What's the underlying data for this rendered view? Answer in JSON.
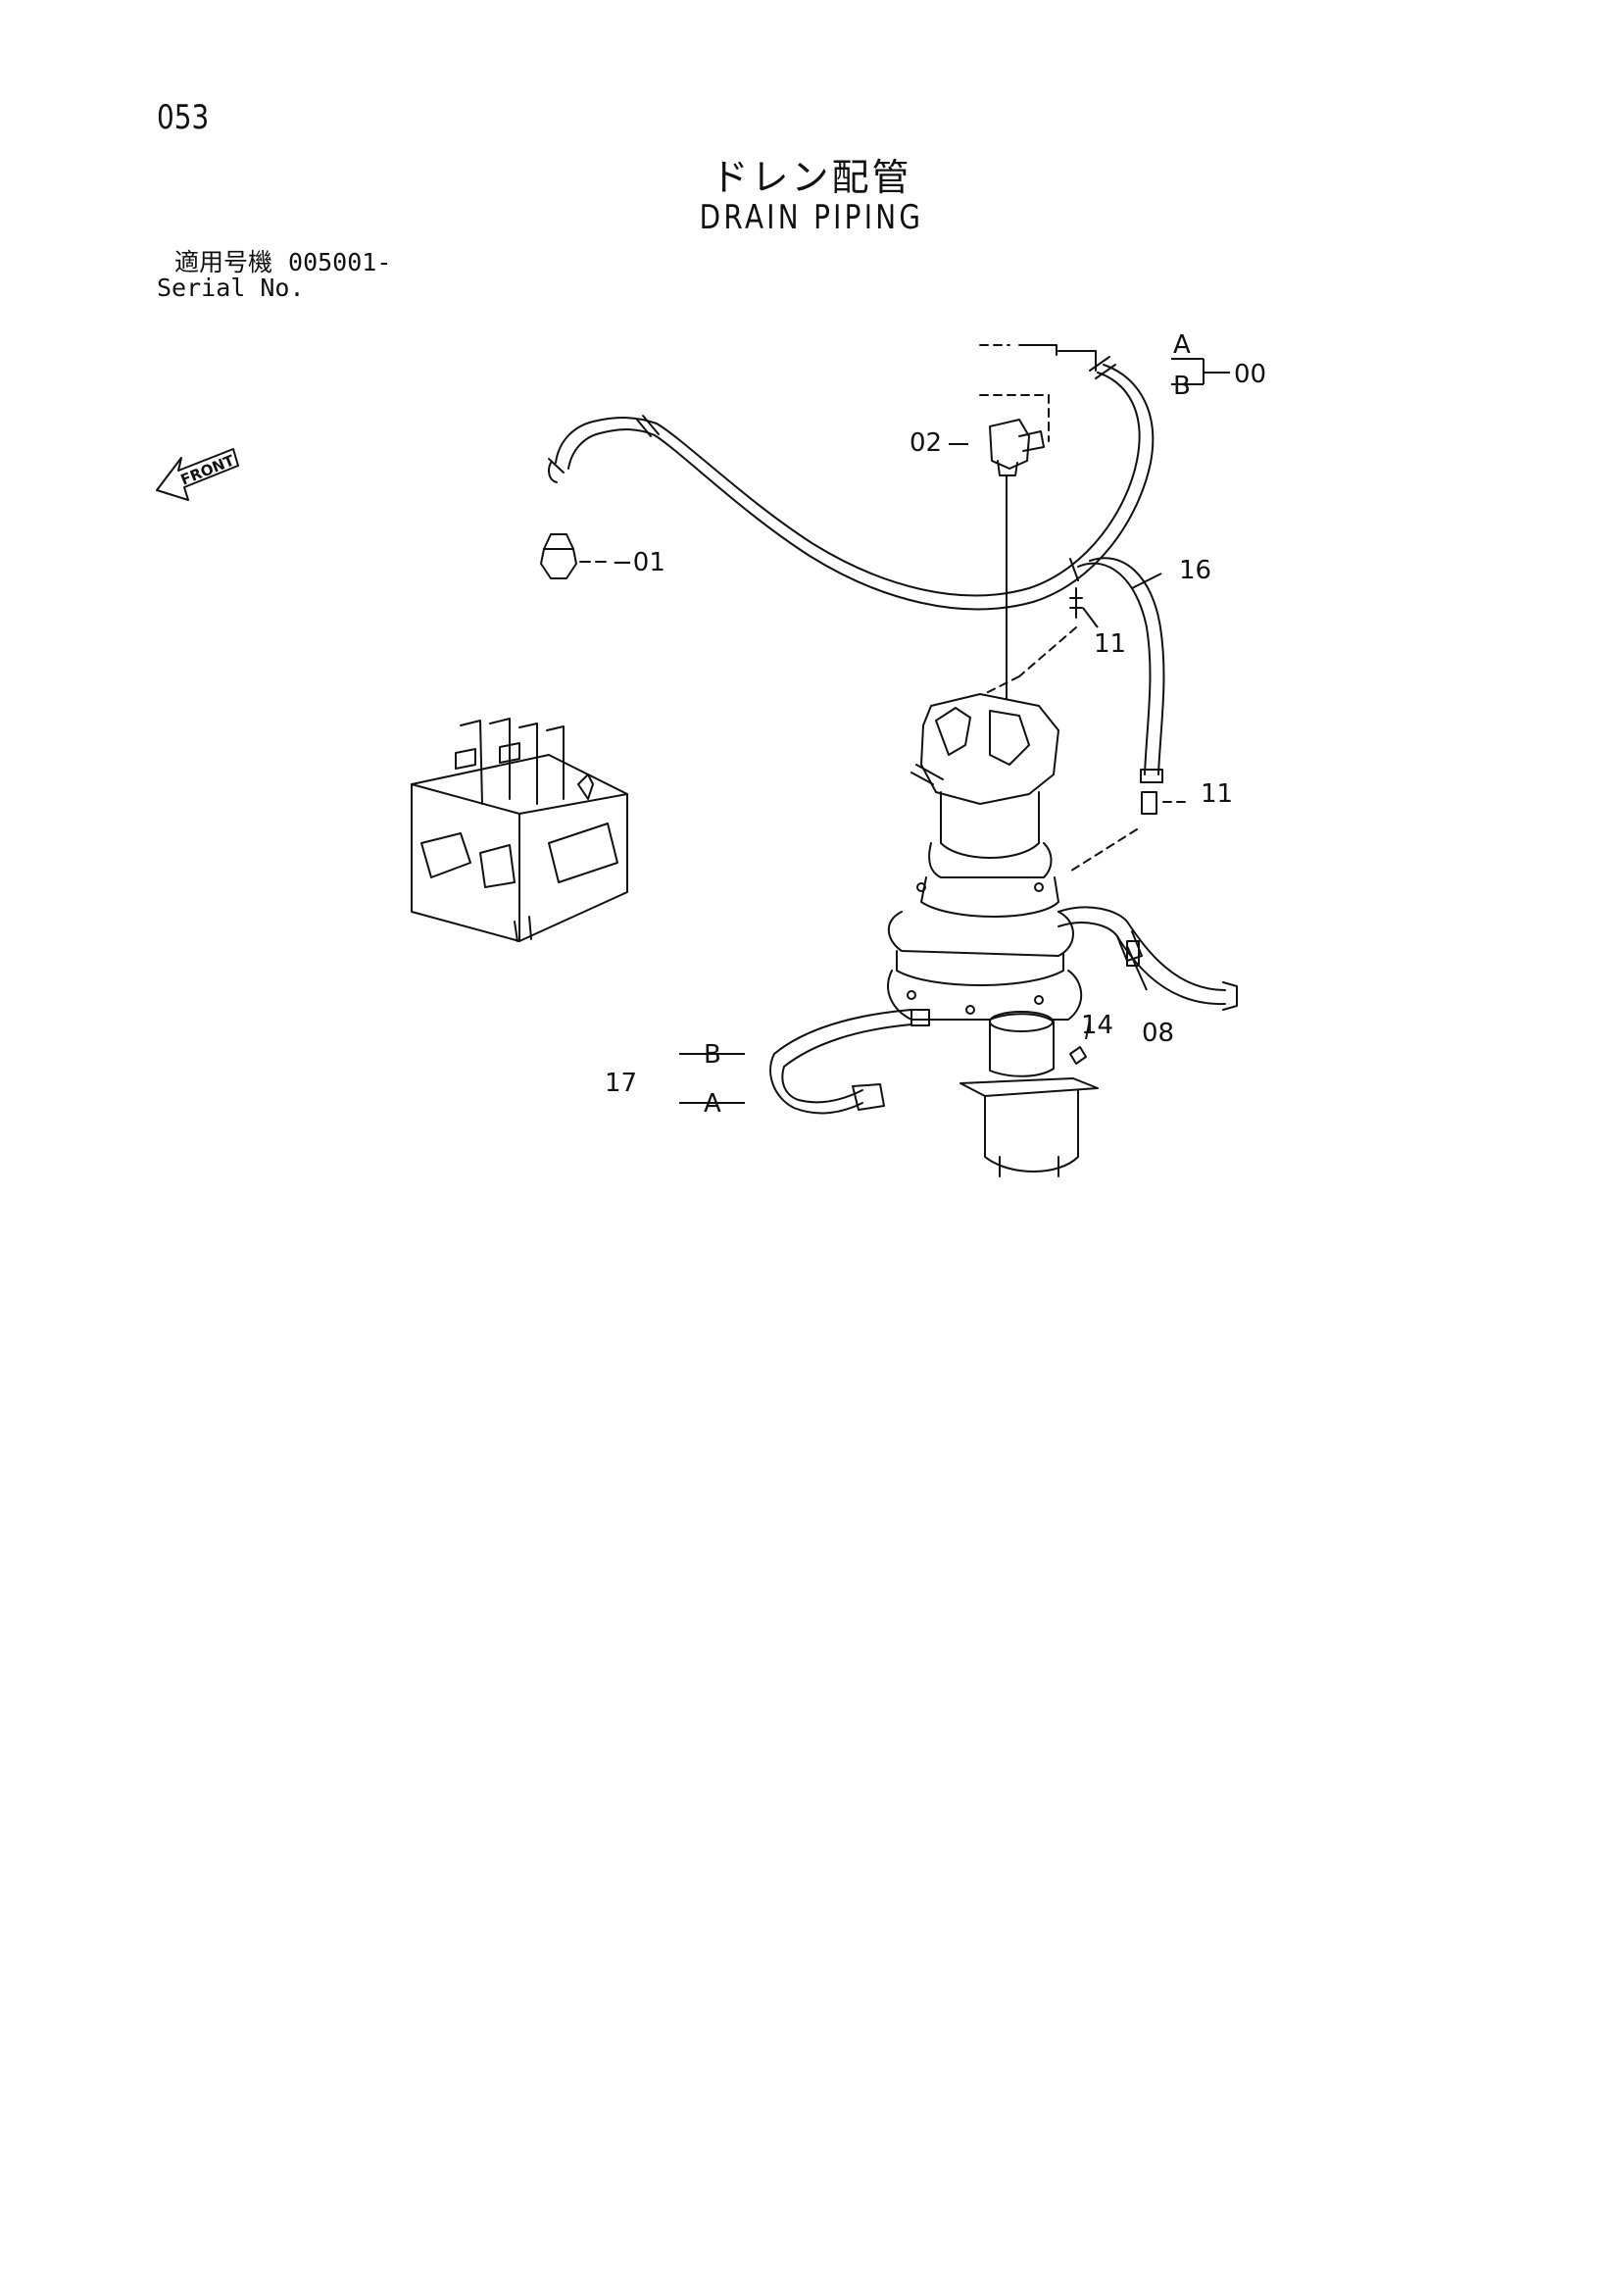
{
  "page_number": "053",
  "title_jp": "ドレン配管",
  "title_en": "DRAIN PIPING",
  "serial": {
    "label_jp": "適用号機",
    "value": "005001-",
    "label_en": "Serial No."
  },
  "front_marker": "FRONT",
  "callouts": {
    "a_top": "A",
    "b_top": "B",
    "assy": "00",
    "p02": "02",
    "p01": "01",
    "p16": "16",
    "p11a": "11",
    "p11b": "11",
    "b_bottom": "B",
    "a_bottom": "A",
    "p17": "17",
    "p14": "14",
    "p08": "08"
  }
}
